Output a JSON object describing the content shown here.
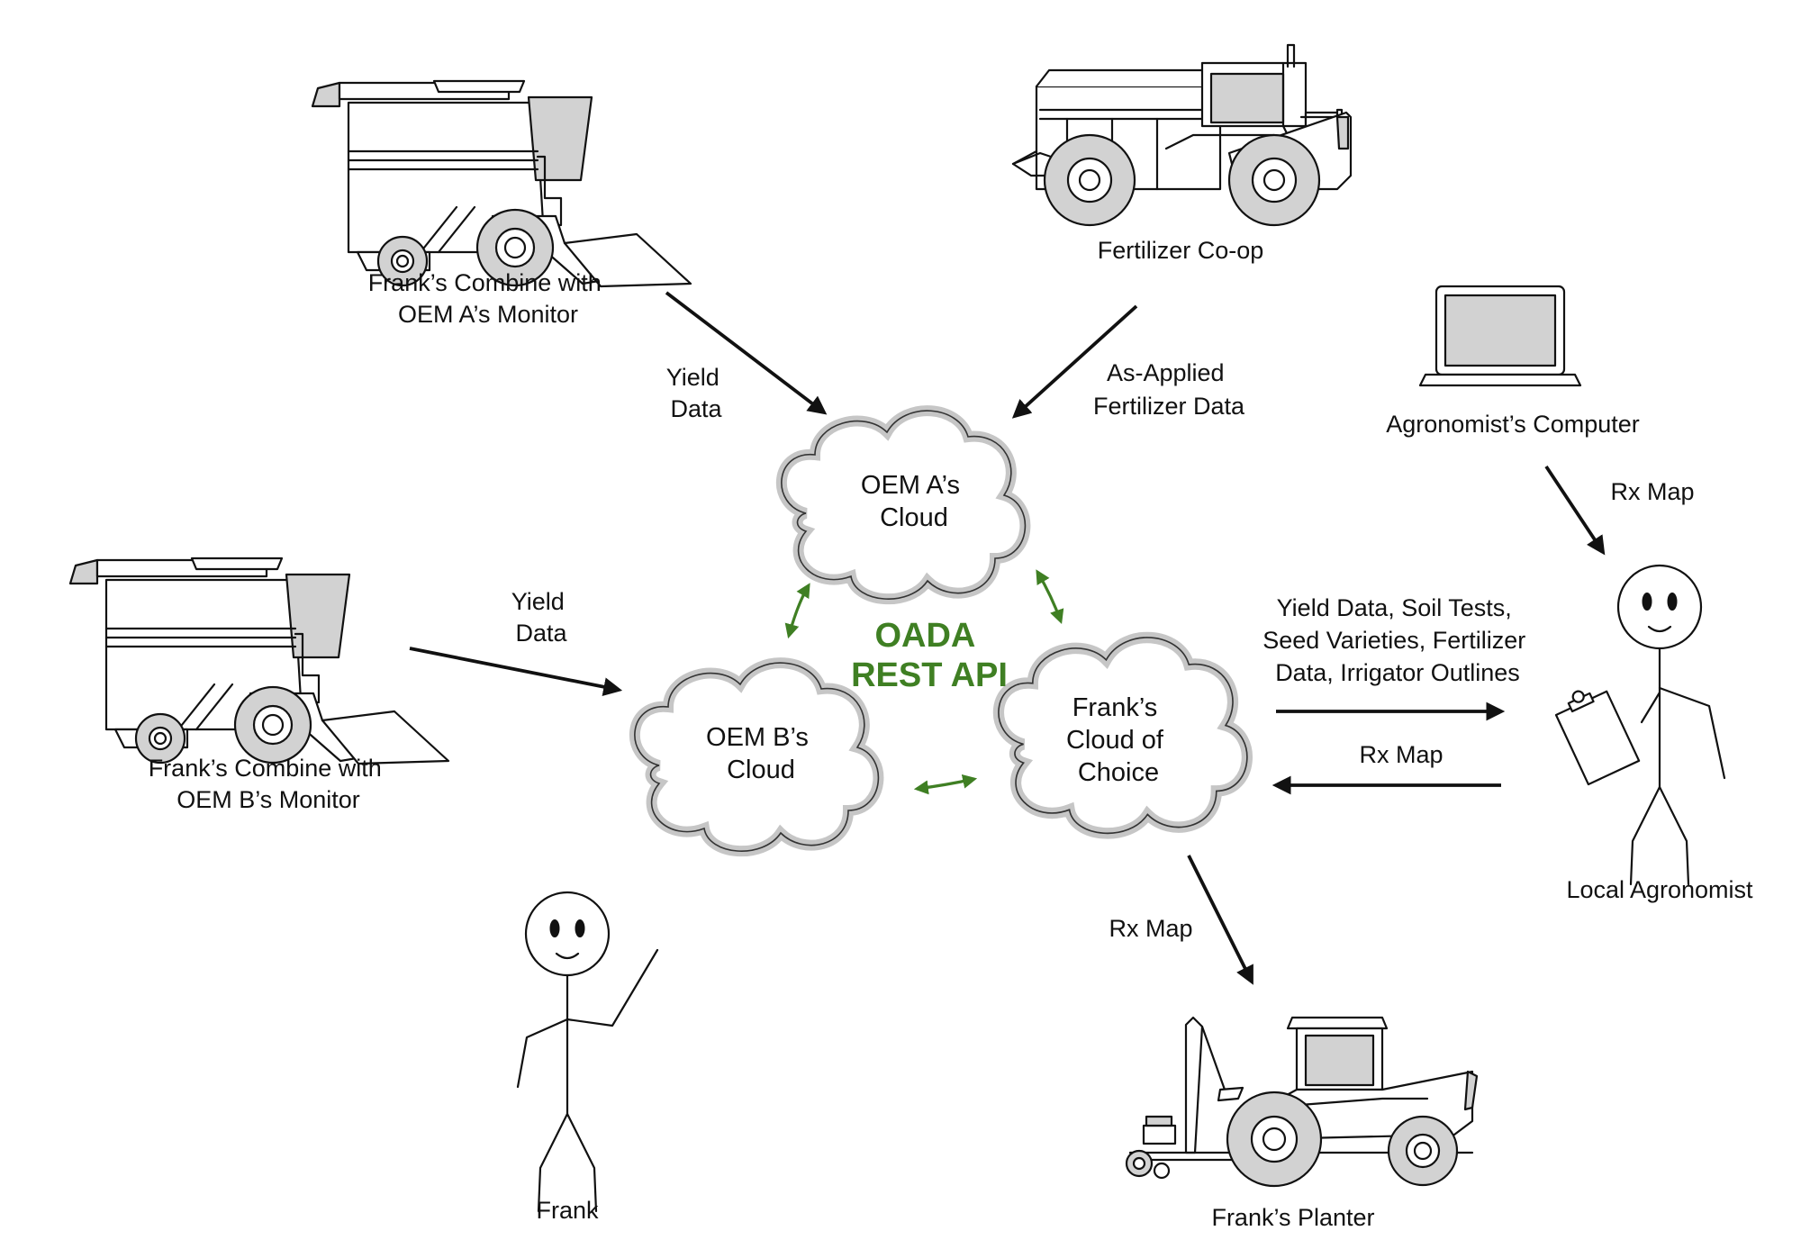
{
  "labels": {
    "combine_a": [
      "Frank’s Combine with",
      "OEM A’s Monitor"
    ],
    "fertilizer": "Fertilizer Co-op",
    "computer": "Agronomist’s Computer",
    "combine_b": [
      "Frank’s Combine with",
      "OEM B’s Monitor"
    ],
    "agronomist": "Local Agronomist",
    "frank": "Frank",
    "planter": "Frank’s Planter"
  },
  "clouds": {
    "oem_a": [
      "OEM A’s",
      "Cloud"
    ],
    "oem_b": [
      "OEM B’s",
      "Cloud"
    ],
    "franks": [
      "Frank’s",
      "Cloud of",
      "Choice"
    ]
  },
  "api": [
    "OADA",
    "REST API"
  ],
  "flows": {
    "yield_a": [
      "Yield",
      "Data"
    ],
    "as_applied": [
      "As-Applied",
      "Fertilizer Data"
    ],
    "rx_computer": "Rx Map",
    "yield_b": [
      "Yield",
      "Data"
    ],
    "to_agronomist": [
      "Yield Data, Soil Tests,",
      "Seed Varieties, Fertilizer",
      "Data, Irrigator Outlines"
    ],
    "rx_back": "Rx Map",
    "rx_planter": "Rx Map"
  },
  "colors": {
    "api_green": "#3f7f23",
    "machine_gray": "#d2d2d2",
    "cloud_ring": "#c8c8c8"
  }
}
